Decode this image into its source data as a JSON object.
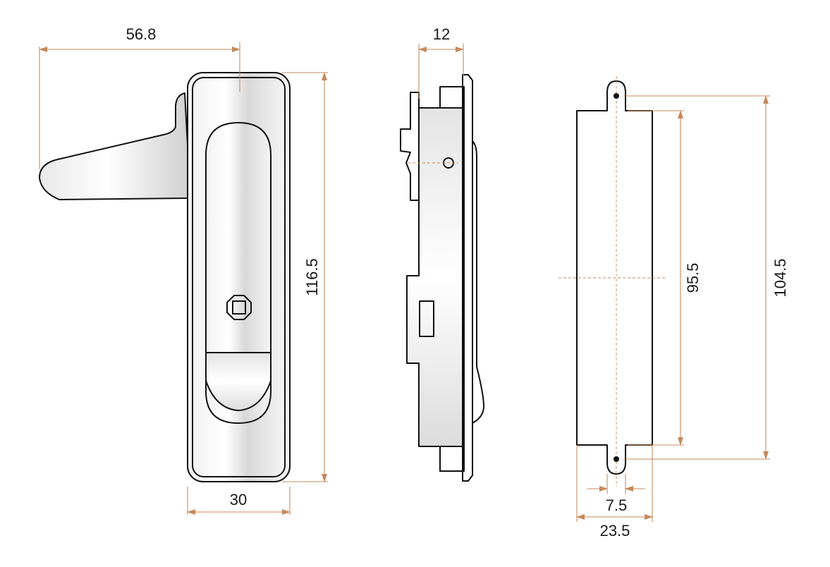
{
  "colors": {
    "dimension_line": "#c58a5c",
    "outline": "#111111",
    "background": "#ffffff"
  },
  "dimensions": {
    "handle_reach": "56.8",
    "body_width": "30",
    "body_height": "116.5",
    "side_depth": "12",
    "cutout_hole_pitch": "95.5",
    "cutout_height": "104.5",
    "cutout_tab_width": "7.5",
    "cutout_width": "23.5"
  }
}
